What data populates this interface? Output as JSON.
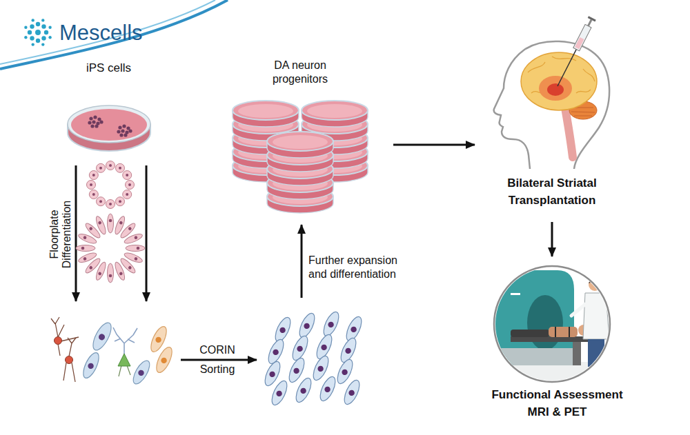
{
  "diagram": {
    "nodes": [
      {
        "text": [
          "iPS cells"
        ]
      },
      {
        "text": [
          "DA neuron progenitors"
        ]
      },
      {
        "text": [
          "Bilateral Striatal Transplantation"
        ]
      },
      {
        "text": [
          "Functional Assessment MRI & PET"
        ]
      }
    ],
    "edges": [
      {
        "from": 1,
        "to": 2,
        "arrow": "to"
      },
      {
        "from": 2,
        "to": 3,
        "arrow": "to"
      }
    ],
    "labels": [
      "Mescells",
      "Floorplate Differentiation",
      "CORIN Sorting",
      "Further expansion and differentiation"
    ]
  }
}
